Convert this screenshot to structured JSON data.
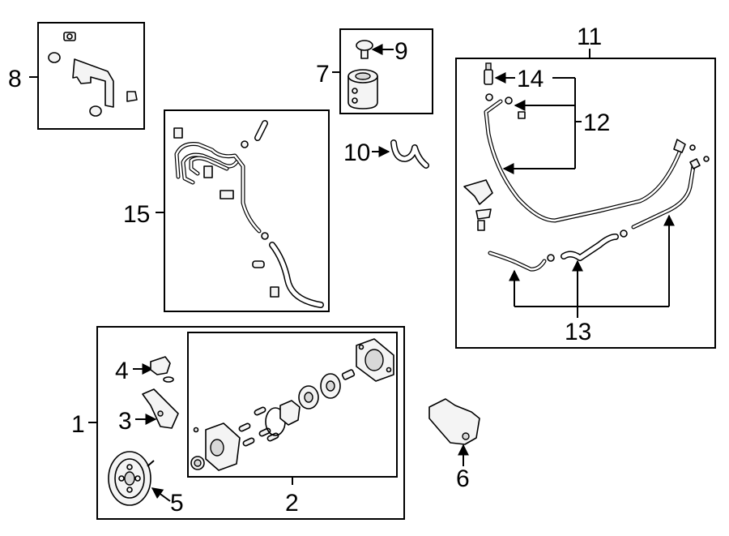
{
  "diagram": {
    "callouts": {
      "c1": "1",
      "c2": "2",
      "c3": "3",
      "c4": "4",
      "c5": "5",
      "c6": "6",
      "c7": "7",
      "c8": "8",
      "c9": "9",
      "c10": "10",
      "c11": "11",
      "c12": "12",
      "c13": "13",
      "c14": "14",
      "c15": "15"
    }
  }
}
